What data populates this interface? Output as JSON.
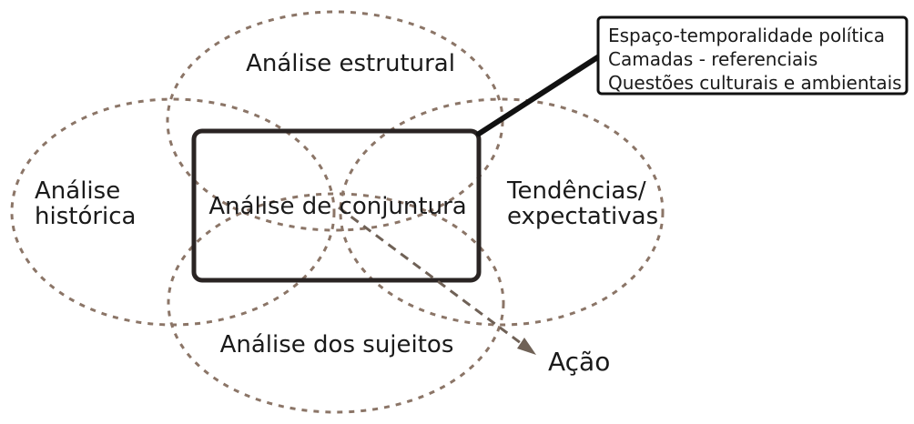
{
  "diagram": {
    "title_context": "Análise de conjuntura diagram",
    "colors": {
      "background": "#ffffff",
      "text": "#1a1a1a",
      "ellipse_stroke": "#8b7567",
      "arrow_stroke": "#6f6156",
      "center_box_border": "#2a2423",
      "callout_border": "#111111"
    },
    "ellipses": {
      "structural": {
        "label": "Análise estrutural"
      },
      "historical": {
        "line1": "Análise",
        "line2": "histórica"
      },
      "trends": {
        "line1": "Tendências/",
        "line2": "expectativas"
      },
      "subjects": {
        "label": "Análise dos sujeitos"
      }
    },
    "center_box": {
      "label": "Análise de conjuntura"
    },
    "callout": {
      "line1": "Espaço-temporalidade política",
      "line2": "Camadas - referenciais",
      "line3": "Questões culturais e ambientais"
    },
    "action": {
      "label": "Ação"
    }
  }
}
